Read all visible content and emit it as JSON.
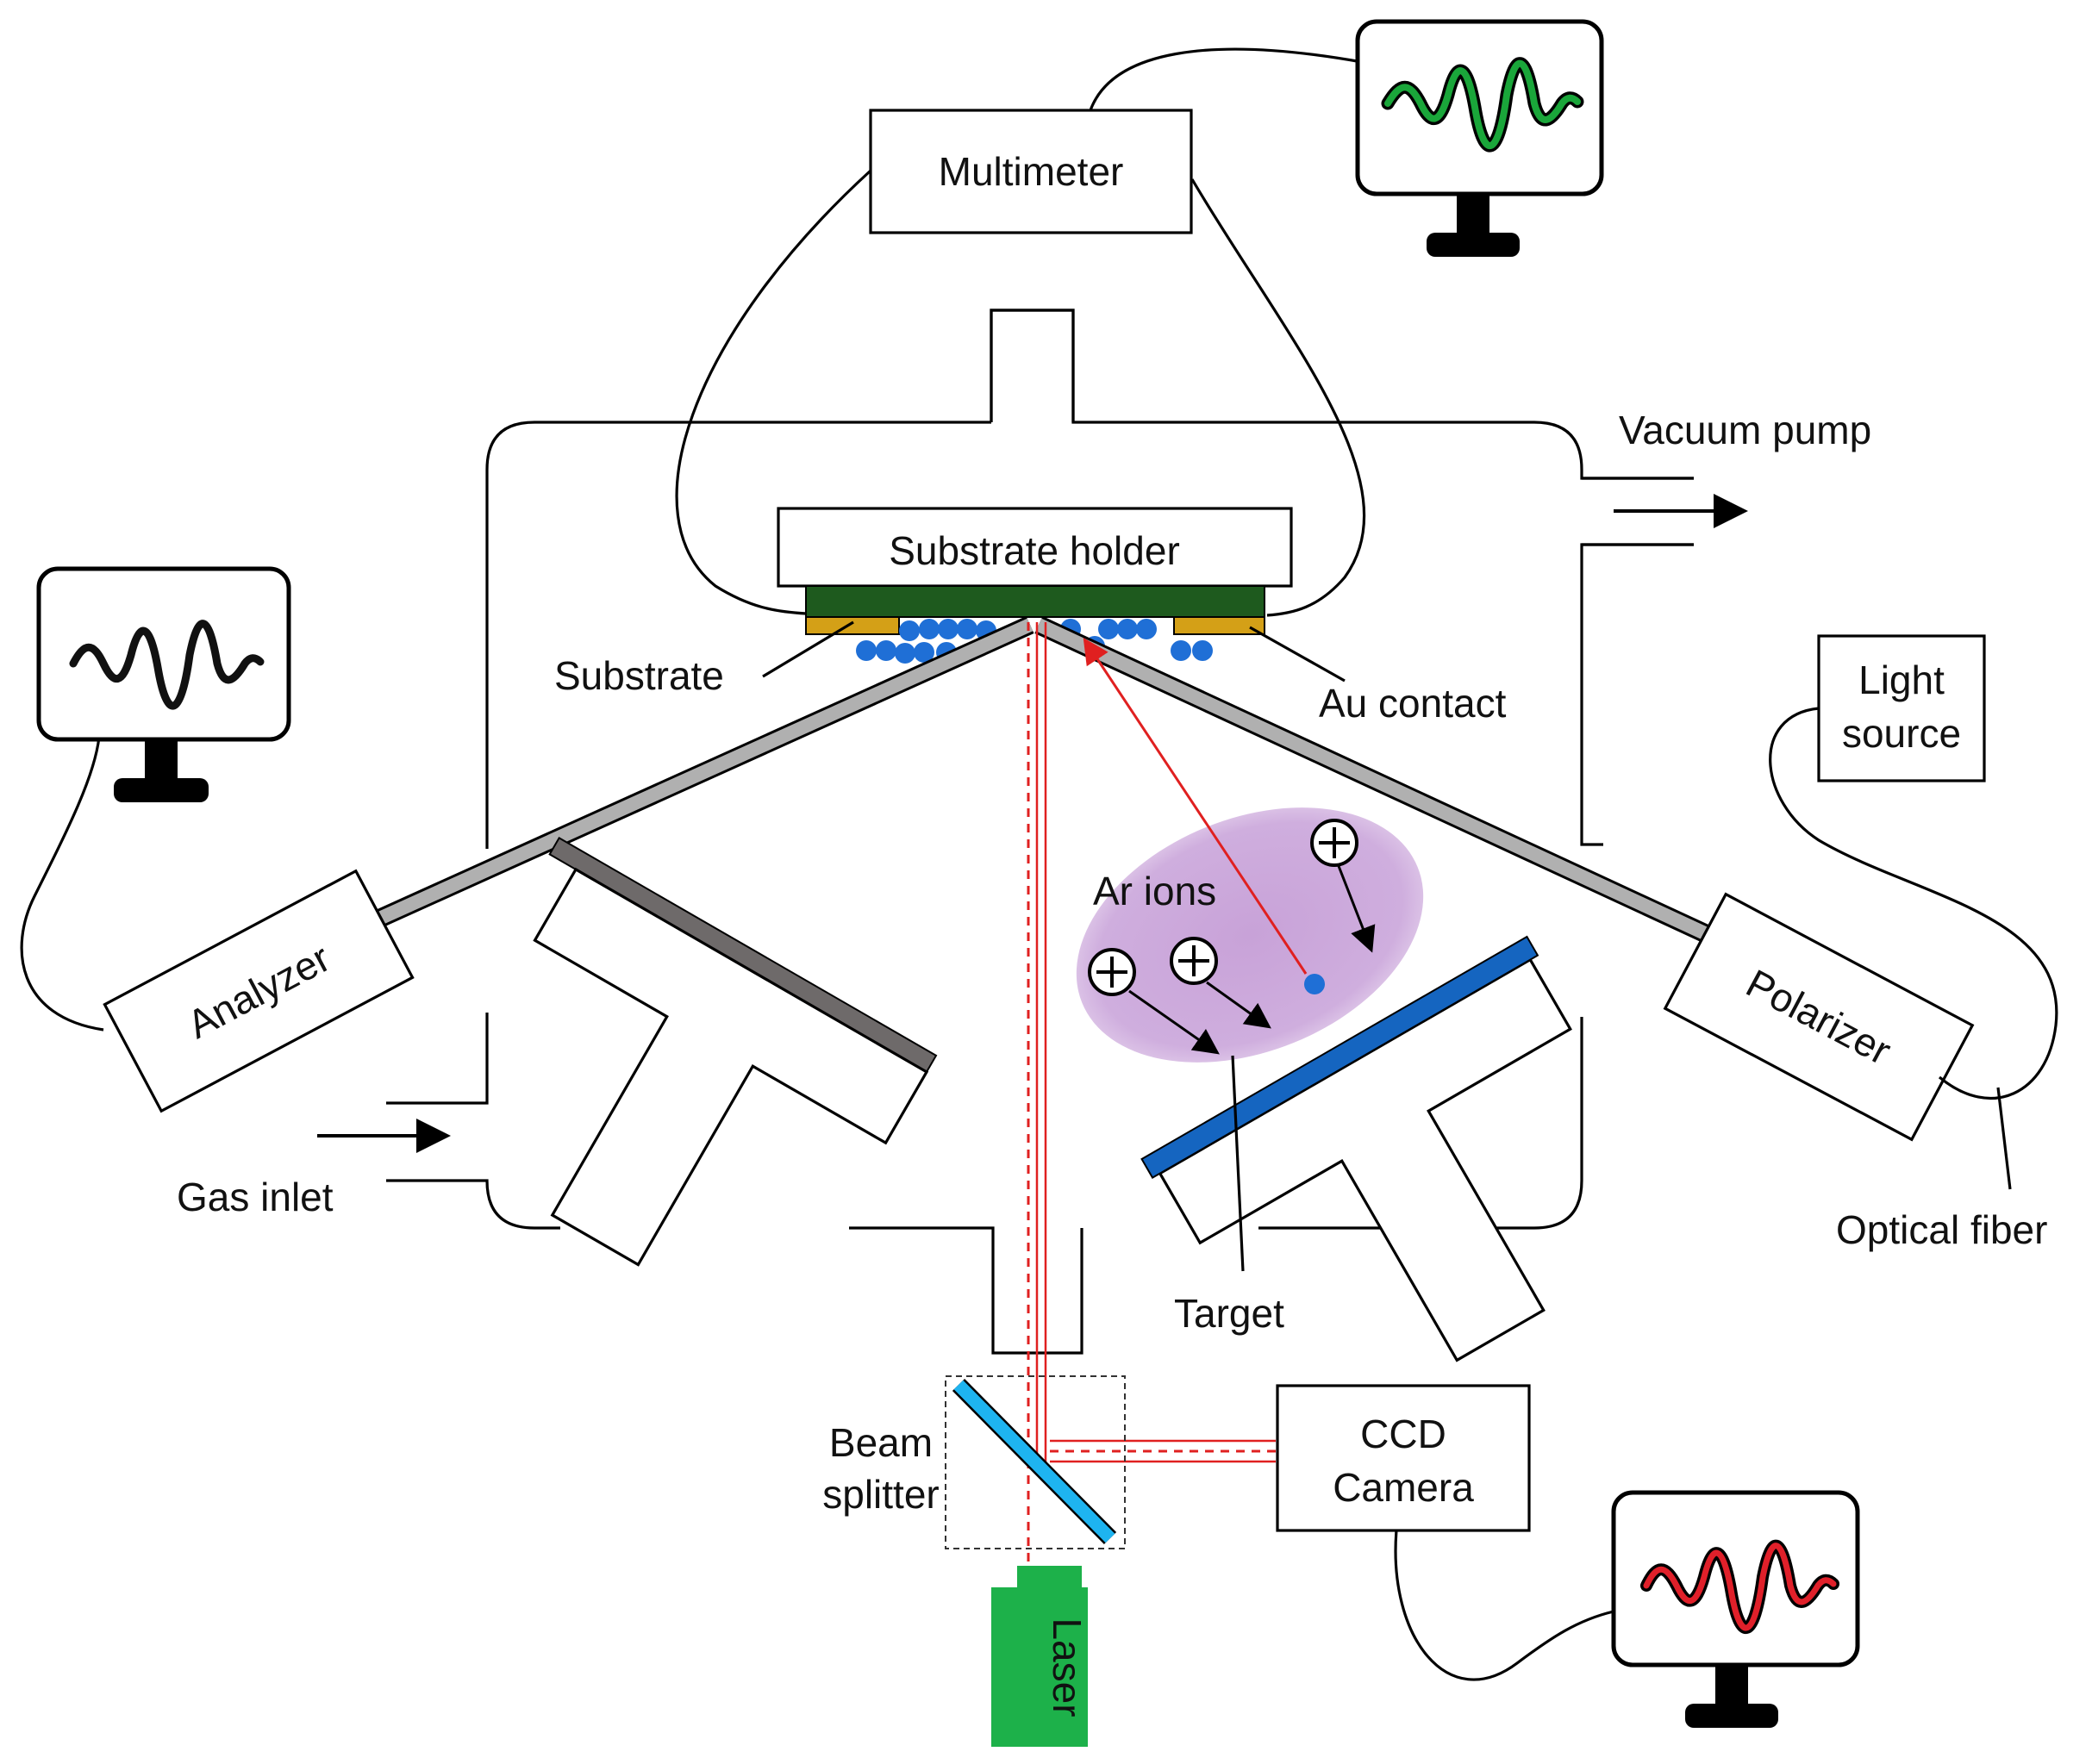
{
  "labels": {
    "multimeter": "Multimeter",
    "vacuum_pump": "Vacuum pump",
    "substrate_holder": "Substrate holder",
    "substrate": "Substrate",
    "au_contact": "Au contact",
    "light_source_line1": "Light",
    "light_source_line2": "source",
    "ar_ions": "Ar ions",
    "analyzer": "Analyzer",
    "polarizer": "Polarizer",
    "gas_inlet": "Gas inlet",
    "optical_fiber": "Optical fiber",
    "target": "Target",
    "beam_splitter_line1": "Beam",
    "beam_splitter_line2": "splitter",
    "ccd_line1": "CCD",
    "ccd_line2": "Camera",
    "laser": "Laser"
  },
  "colors": {
    "substrate_dark_green": "#1e5a1e",
    "au_contact_gold": "#d4a017",
    "deposited_particles_blue": "#1f6fd6",
    "target_blue": "#1565c0",
    "argon_plasma_purple": "#c8a2d8",
    "laser_red": "#e02020",
    "laser_green": "#1db14a",
    "beam_splitter_cyan": "#1eb4f0",
    "monitor_wave_green": "#1aa63a",
    "monitor_wave_black": "#111111",
    "monitor_wave_red": "#e0202a",
    "beam_gray": "#b0b0b0",
    "target_left_gray": "#6e6a6a"
  },
  "icons": [
    "monitor-icon",
    "ion-plus-icon",
    "arrow-icon"
  ]
}
